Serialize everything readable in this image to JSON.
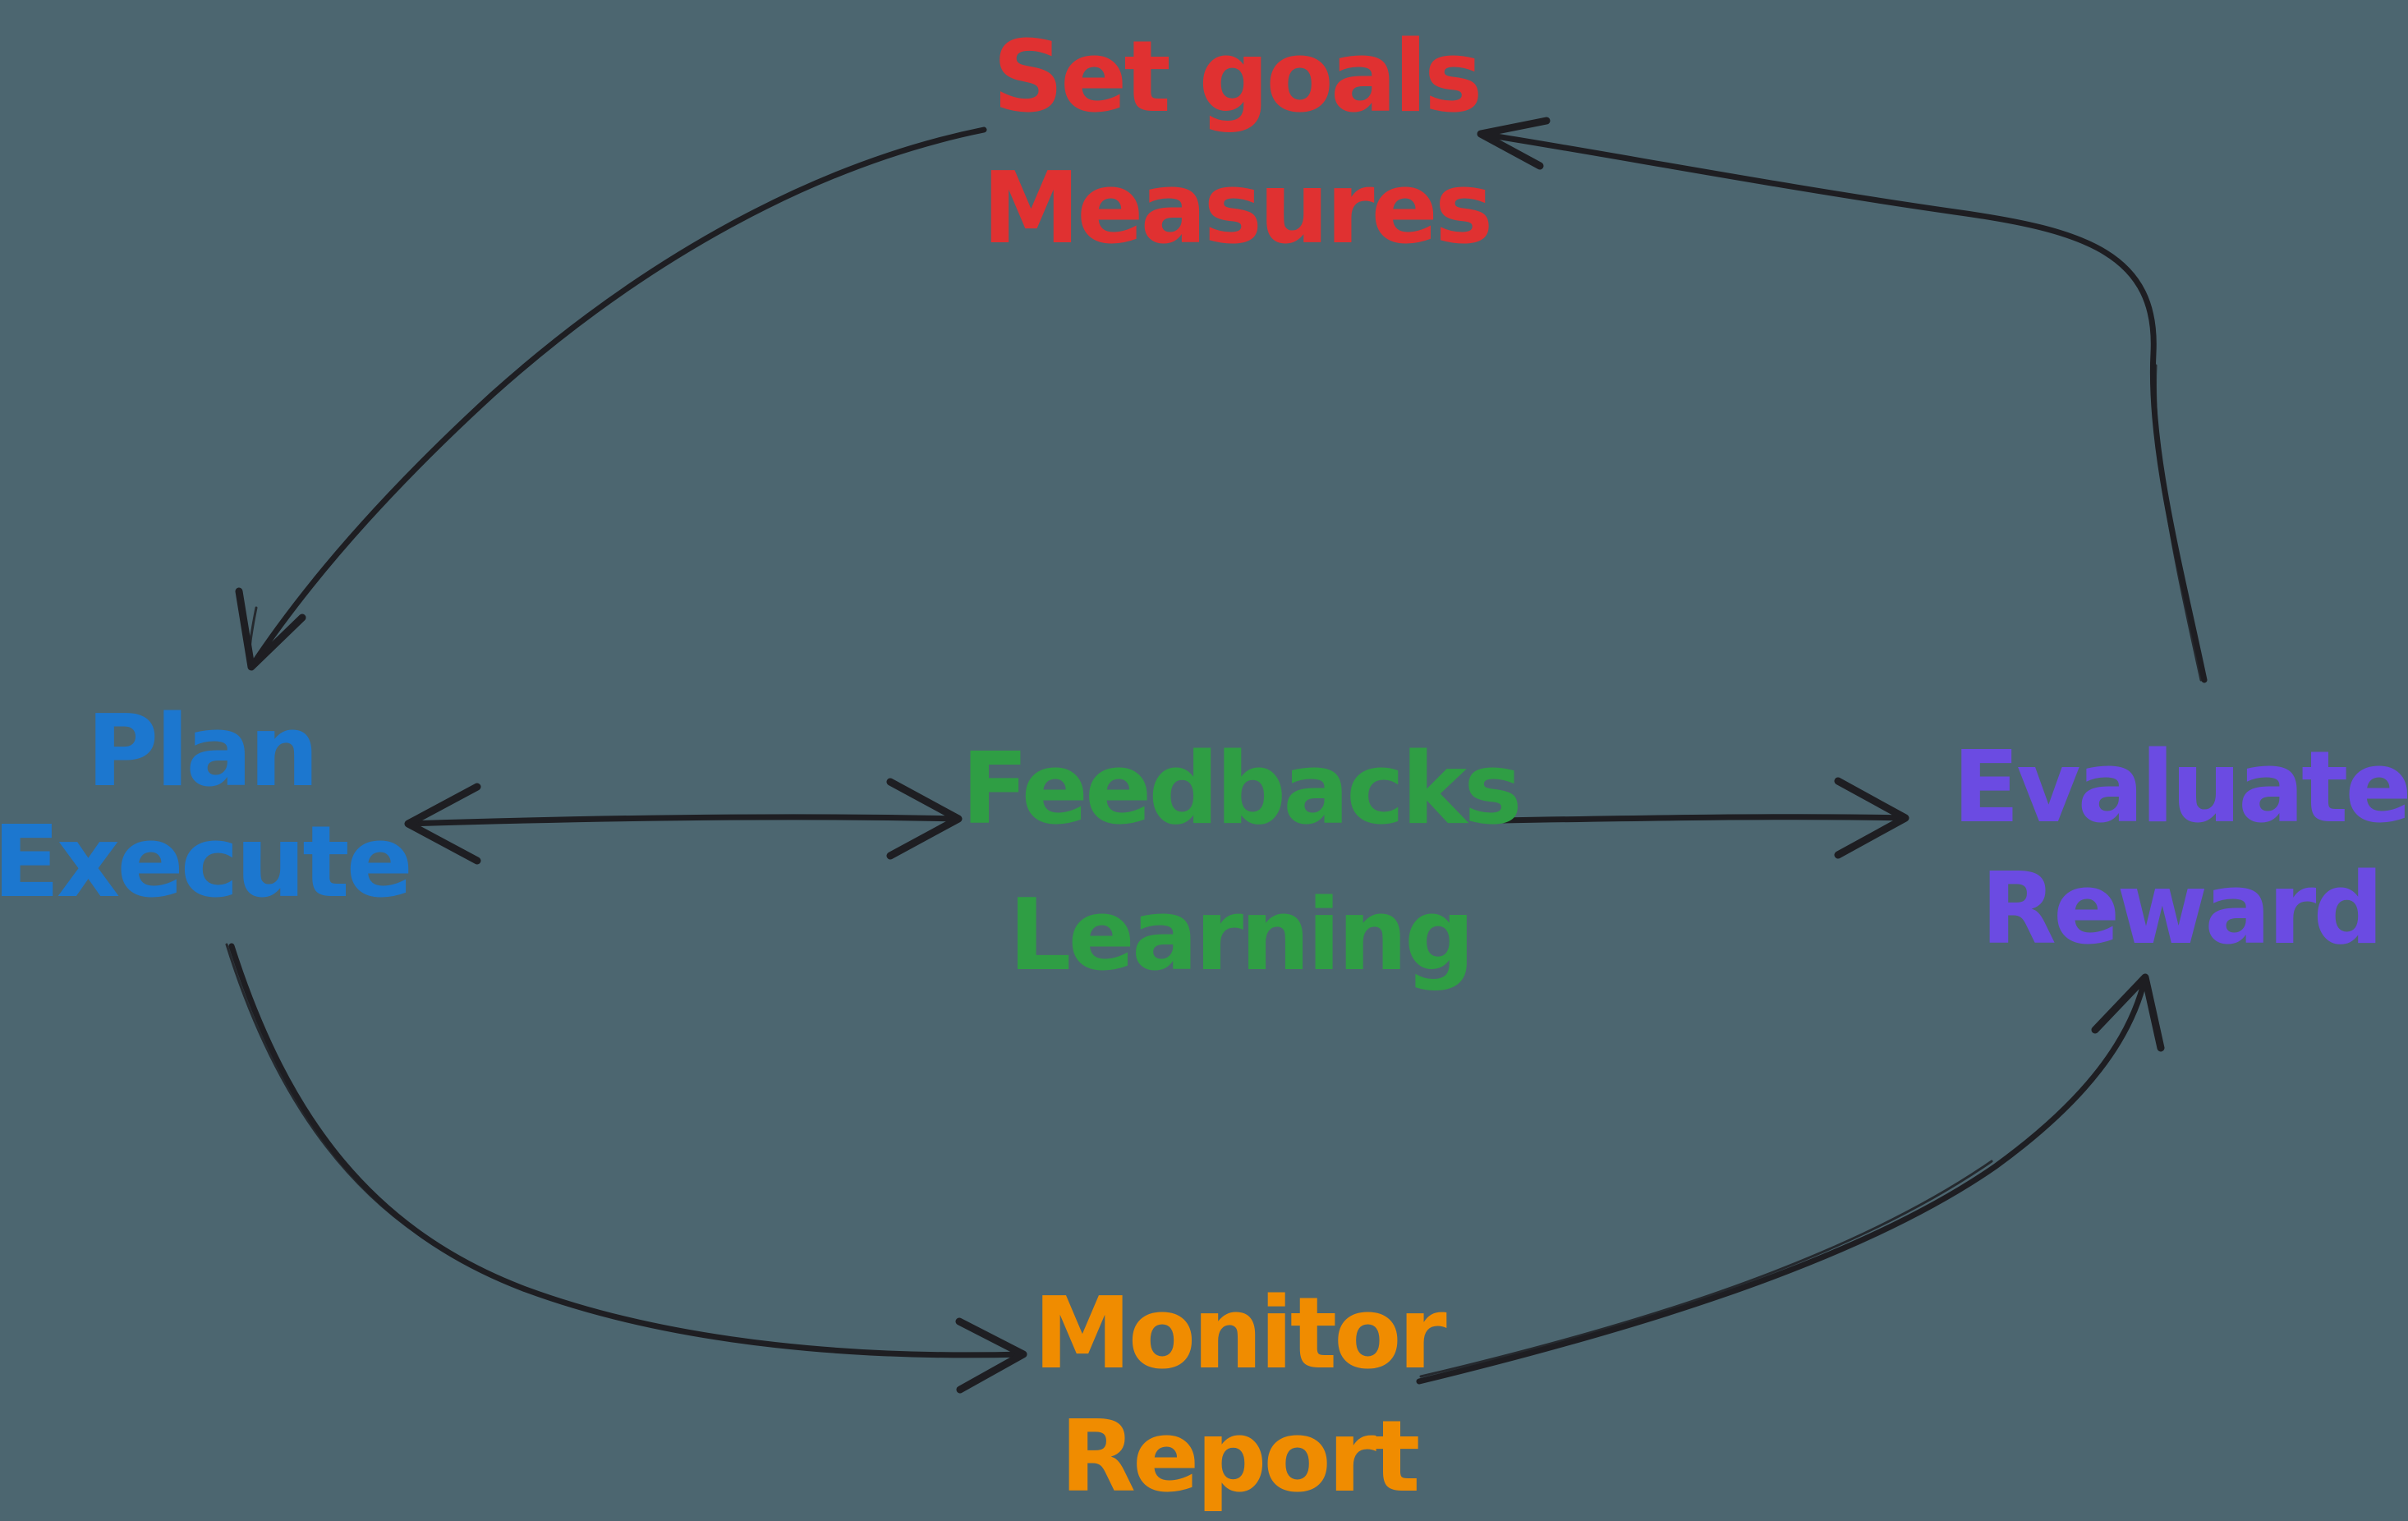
{
  "canvas": {
    "background": "#4C6670",
    "ink": "#1E1E22"
  },
  "nodes": [
    {
      "id": "set-goals-measures",
      "lines": [
        "Set goals",
        "Measures"
      ],
      "color": "#E03131"
    },
    {
      "id": "plan-execute",
      "lines": [
        "Plan",
        "Execute"
      ],
      "color": "#1C77CF"
    },
    {
      "id": "feedbacks-learning",
      "lines": [
        "Feedbacks",
        "Learning"
      ],
      "color": "#2F9E44"
    },
    {
      "id": "evaluate-reward",
      "lines": [
        "Evaluate",
        "Reward"
      ],
      "color": "#6B4BE2"
    },
    {
      "id": "monitor-report",
      "lines": [
        "Monitor",
        "Report"
      ],
      "color": "#F08C00"
    }
  ],
  "arrows": [
    {
      "name": "arrow-set-goals-to-plan",
      "from": "Set goals / Measures",
      "to": "Plan / Execute",
      "shape": "curved",
      "heads": "end"
    },
    {
      "name": "arrow-evaluate-to-set-goals",
      "from": "Evaluate / Reward",
      "to": "Set goals / Measures",
      "shape": "curved",
      "heads": "end"
    },
    {
      "name": "arrow-plan-feedbacks-bidirectional",
      "from": "Plan / Execute",
      "to": "Feedbacks / Learning",
      "shape": "straight",
      "heads": "both"
    },
    {
      "name": "arrow-feedbacks-to-evaluate",
      "from": "Feedbacks / Learning",
      "to": "Evaluate / Reward",
      "shape": "straight",
      "heads": "end"
    },
    {
      "name": "arrow-execute-to-monitor",
      "from": "Plan / Execute",
      "to": "Monitor / Report",
      "shape": "curved",
      "heads": "end"
    },
    {
      "name": "arrow-report-to-evaluate",
      "from": "Monitor / Report",
      "to": "Evaluate / Reward",
      "shape": "curved",
      "heads": "end"
    }
  ]
}
